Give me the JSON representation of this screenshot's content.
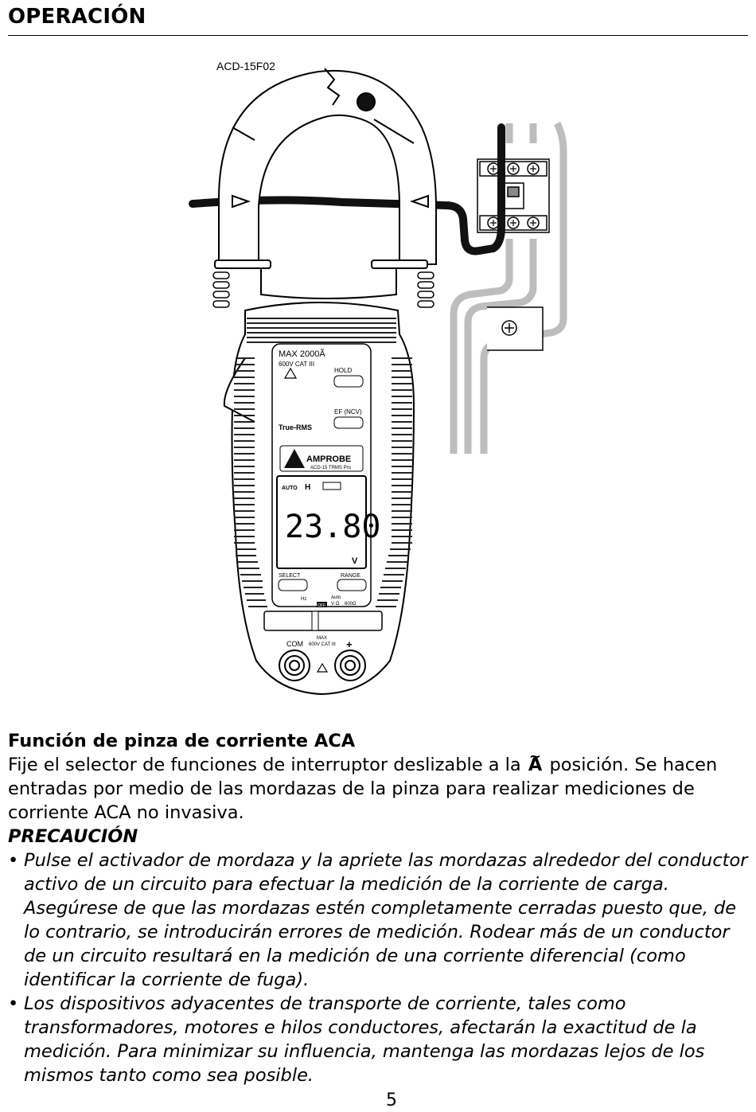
{
  "header": {
    "title": "OPERACIÓN"
  },
  "figure": {
    "code": "ACD-15F02",
    "labels": {
      "max_rating": "MAX 2000Ã",
      "cat_rating": "600V CAT III",
      "hold": "HOLD",
      "ef": "EF (NCV)",
      "true_rms": "True-RMS",
      "brand": "AMPROBE",
      "model": "ACD-15 TRMS Pro",
      "auto": "AUTO",
      "h_icon": "H",
      "reading": "23.80",
      "unit": "V",
      "select": "SELECT",
      "range": "RANGE",
      "hz": "Hz",
      "auto_small": "Auto",
      "ohms": "V·Ω",
      "ohm600": "600Ω",
      "off": "OFF",
      "com": "COM",
      "max": "MAX",
      "cat_small": "600V CAT III",
      "plus": "+"
    }
  },
  "content": {
    "section_title": "Función de pinza de corriente ACA",
    "para_before": "Fije el selector de funciones de interruptor deslizable a la",
    "para_symbol": "A",
    "para_after": "posición. Se hacen entradas por medio de las mordazas de la pinza para realizar mediciones de corriente ACA no invasiva.",
    "caution_title": "PRECAUCIÓN",
    "bullets": [
      "Pulse el activador de mordaza y la apriete las mordazas alrededor del conductor activo de un circuito para efectuar la medición de la corriente de carga. Asegúrese de que las mordazas estén completamente cerradas puesto que, de lo contrario, se introducirán errores de medición. Rodear más de un conductor de un circuito resultará en la medición de una corriente diferencial (como identificar la corriente de fuga).",
      "Los dispositivos adyacentes de transporte de corriente, tales como transformadores, motores e hilos conductores, afectarán la exactitud de la medición. Para minimizar su influencia, mantenga las mordazas lejos de los mismos tanto como sea posible."
    ]
  },
  "footer": {
    "page_number": "5"
  }
}
